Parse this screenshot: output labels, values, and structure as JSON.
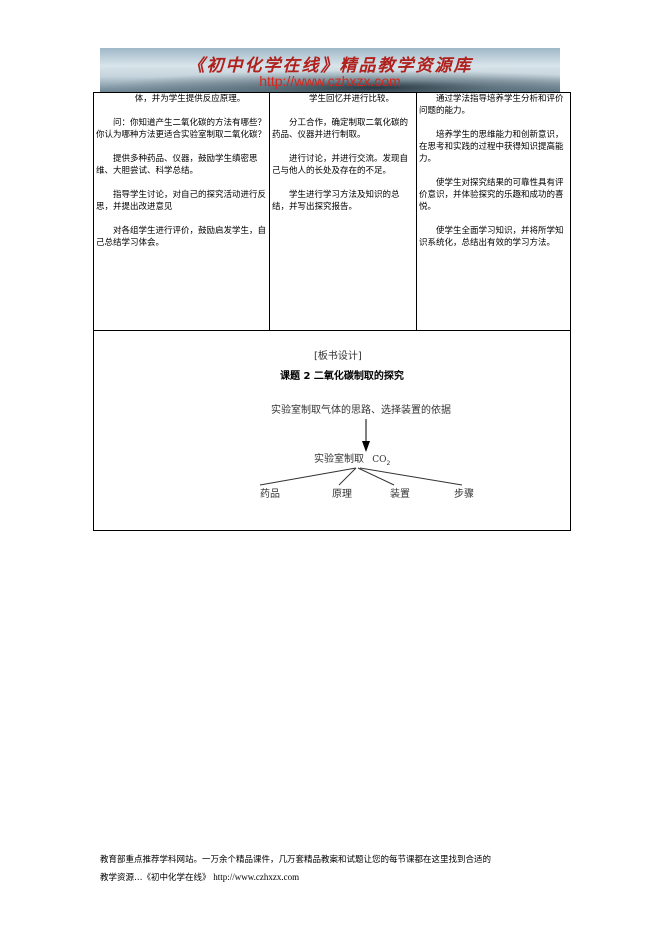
{
  "banner": {
    "title": "《初中化学在线》精品教学资源库",
    "url": "http://www.czhxzx.com"
  },
  "table": {
    "row1": {
      "teacher": [
        "体，并为学生提供反应原理。",
        "问：你知道产生二氧化碳的方法有哪些？你认为哪种方法更适合实验室制取二氧化碳？",
        "提供多种药品、仪器，鼓励学生缜密思维、大胆尝试、科学总结。",
        "指导学生讨论，对自己的探究活动进行反思，并提出改进意见",
        "对各组学生进行评价，鼓励启发学生，自己总结学习体会。"
      ],
      "student": [
        "学生回忆并进行比较。",
        "分工合作，确定制取二氧化碳的药品、仪器并进行制取。",
        "进行讨论，并进行交流。发现自己与他人的长处及存在的不足。",
        "学生进行学习方法及知识的总结，并写出探究报告。"
      ],
      "purpose": [
        "通过学法指导培养学生分析和评价问题的能力。",
        "培养学生的思维能力和创新意识，在思考和实践的过程中获得知识提高能力。",
        "使学生对探究结果的可靠性具有评价意识，并体验探究的乐趣和成功的喜悦。",
        "使学生全面学习知识，并将所学知识系统化，总结出有效的学习方法。"
      ]
    },
    "board": {
      "heading": "[板书设计]",
      "title": "课题 2  二氧化碳制取的探究",
      "idea": "实验室制取气体的思路、选择装置的依据",
      "center": "实验室制取",
      "formula": "CO",
      "subscript": "2",
      "branches": [
        "药品",
        "原理",
        "装置",
        "步骤"
      ]
    }
  },
  "footer": {
    "line1": "教育部重点推荐学科网站。一万余个精品课件，几万套精品教案和试题让您的每节课都在这里找到合适的",
    "line2": "教学资源…《初中化学在线》",
    "url": "http://www.czhxzx.com"
  }
}
